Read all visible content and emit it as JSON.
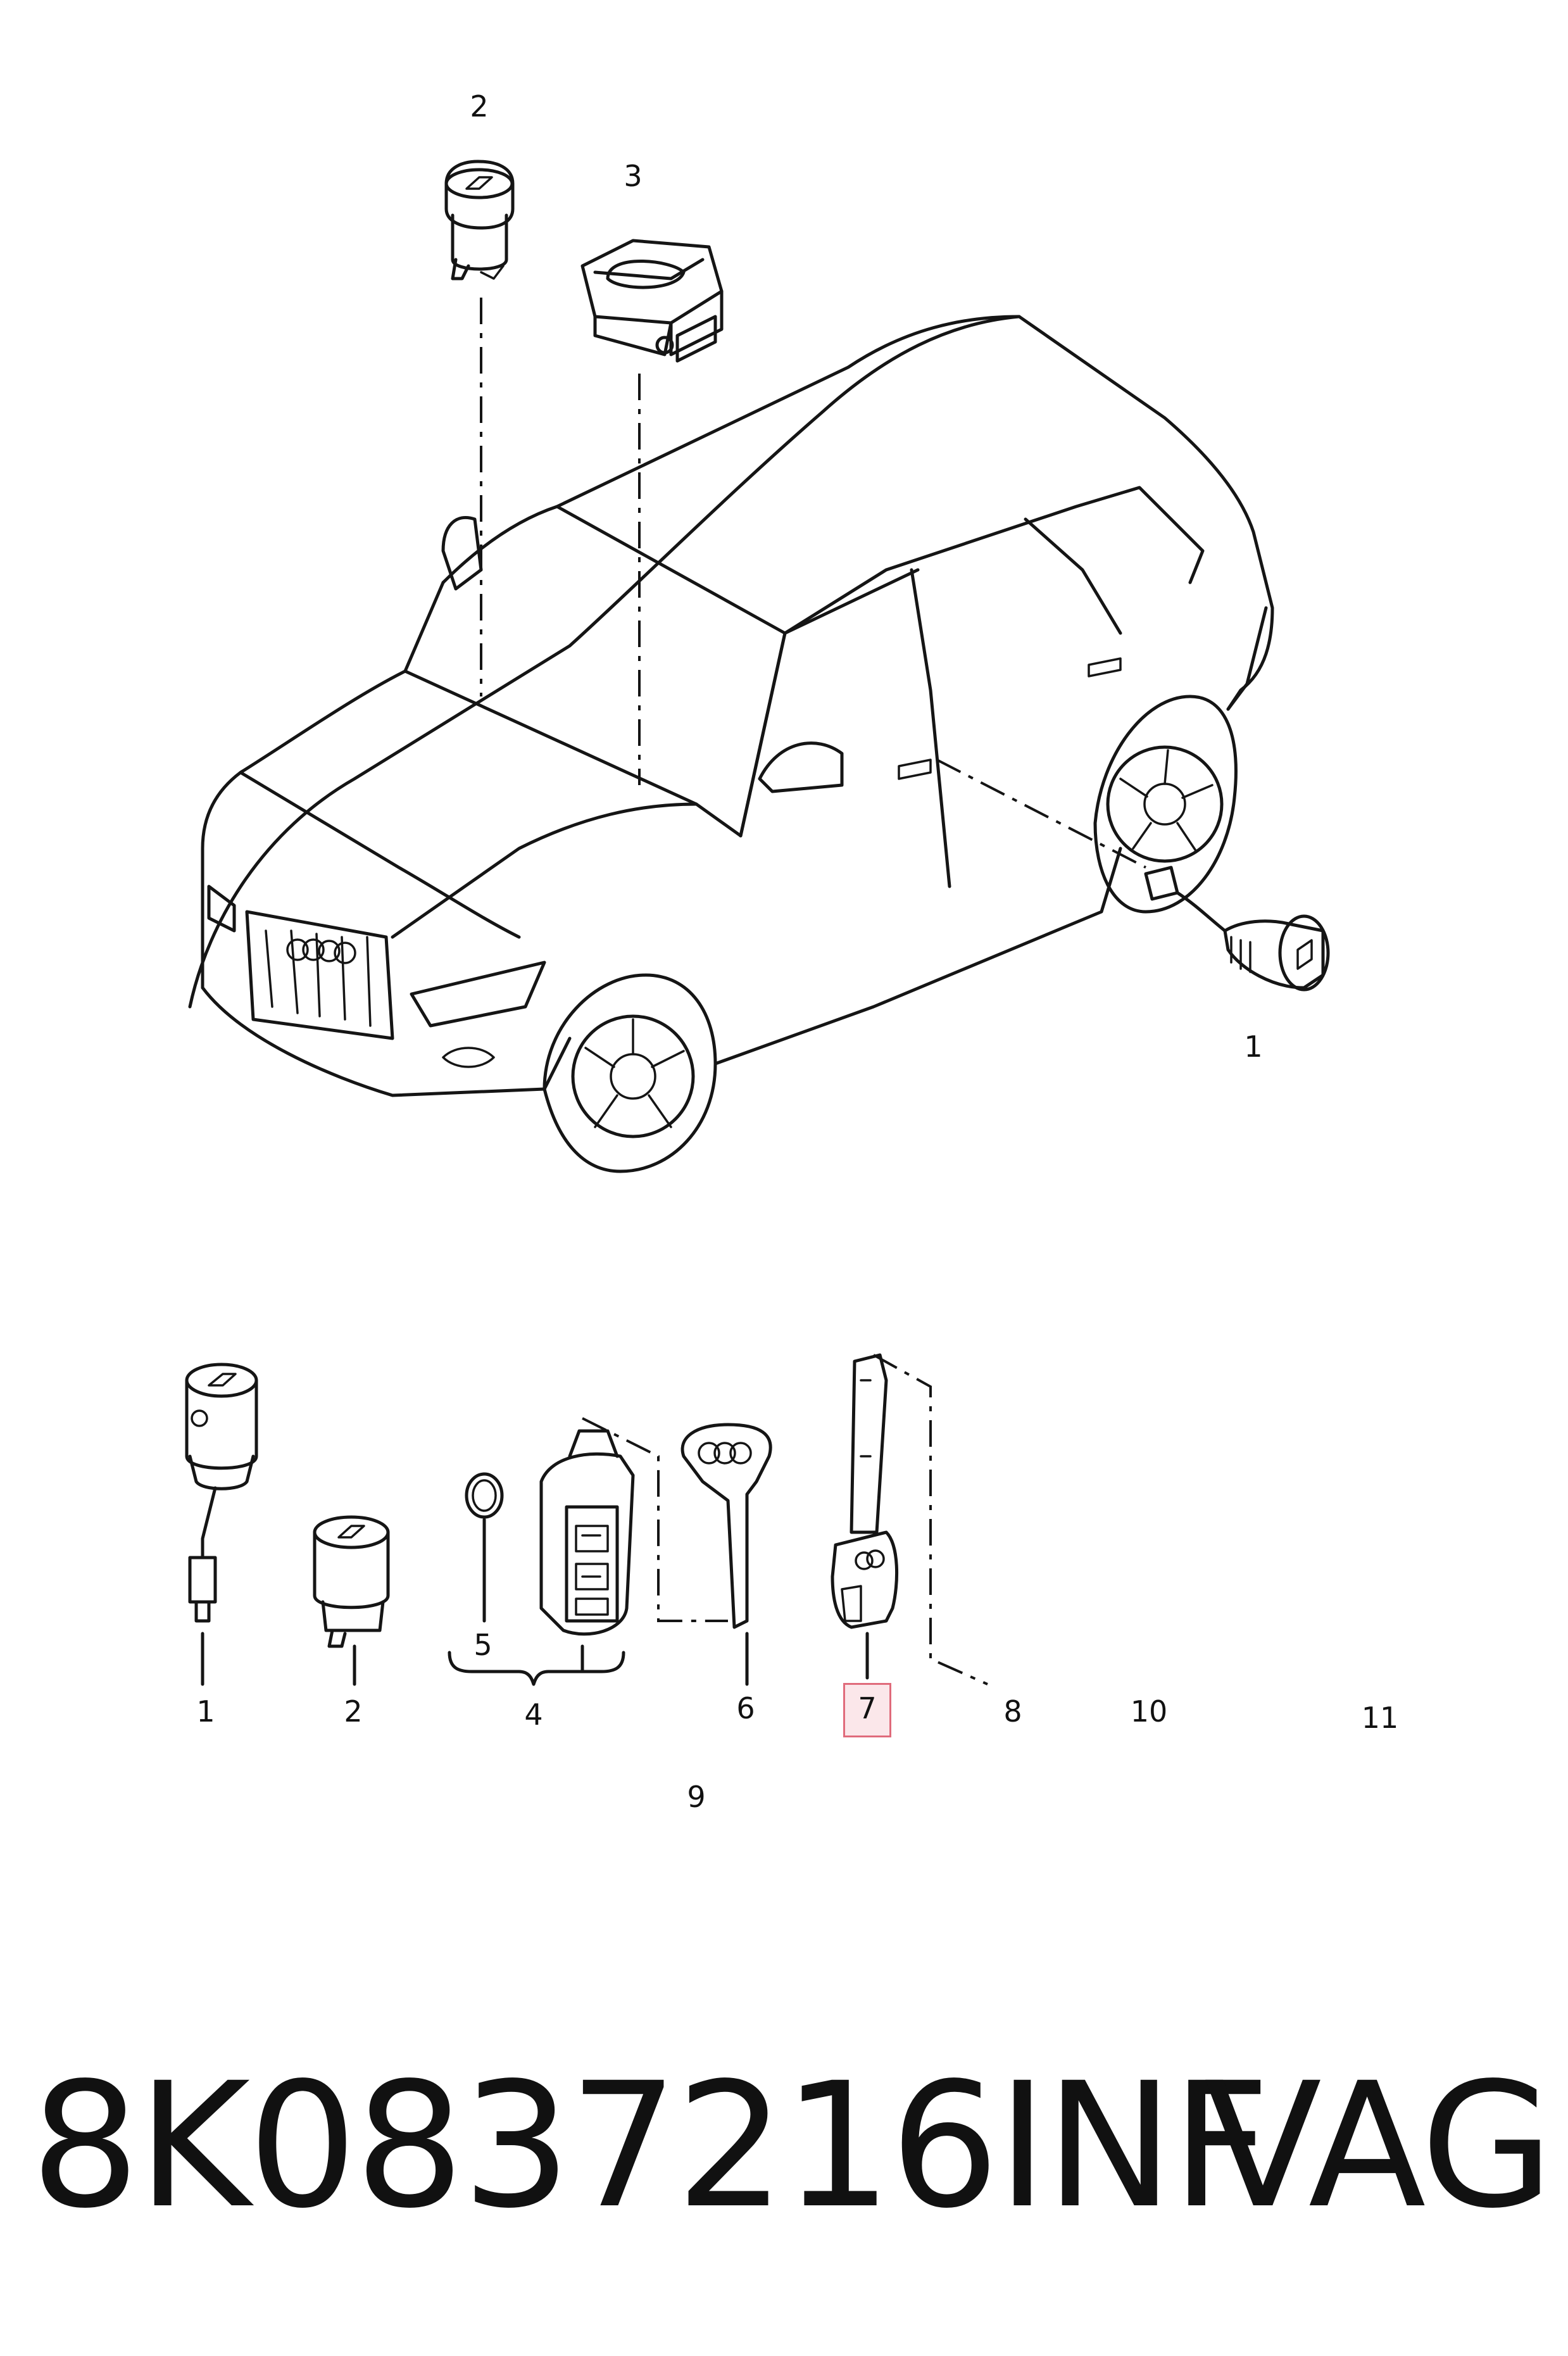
{
  "callouts": {
    "top": [
      {
        "id": "2",
        "text": "2"
      },
      {
        "id": "3",
        "text": "3"
      },
      {
        "id": "1",
        "text": "1"
      }
    ],
    "parts": [
      {
        "id": "1",
        "text": "1"
      },
      {
        "id": "2",
        "text": "2"
      },
      {
        "id": "5",
        "text": "5"
      },
      {
        "id": "4",
        "text": "4"
      },
      {
        "id": "6",
        "text": "6"
      },
      {
        "id": "7",
        "text": "7"
      },
      {
        "id": "8",
        "text": "8"
      },
      {
        "id": "10",
        "text": "10"
      },
      {
        "id": "11",
        "text": "11"
      },
      {
        "id": "9",
        "text": "9"
      }
    ]
  },
  "highlighted_callout": "7",
  "highlight_color": "#e06b7b",
  "footer": {
    "part_number": "8K0837216INF",
    "brand": "VAG"
  }
}
